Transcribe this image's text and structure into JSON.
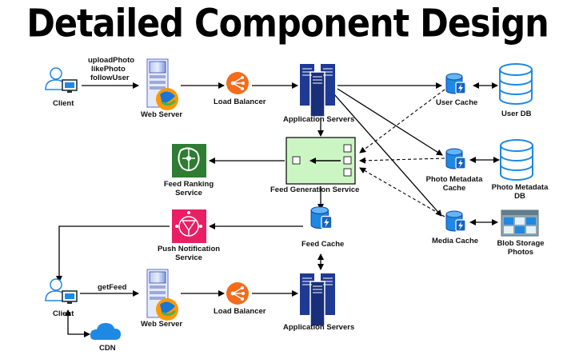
{
  "title": "Detailed Component Design",
  "labels": {
    "client_top": "Client",
    "actions": [
      "uploadPhoto",
      "likePhoto",
      "followUser"
    ],
    "web_server_top": "Web Server",
    "load_balancer_top": "Load Balancer",
    "app_servers_top": "Application Servers",
    "user_cache": "User Cache",
    "user_db": "User DB",
    "feed_ranking": [
      "Feed Ranking",
      "Service"
    ],
    "feed_generation": "Feed Generation Service",
    "photo_metadata_cache": [
      "Photo Metadata",
      "Cache"
    ],
    "photo_metadata_db": [
      "Photo Metadata",
      "DB"
    ],
    "push_notification": [
      "Push Notification",
      "Service"
    ],
    "feed_cache": "Feed Cache",
    "media_cache": "Media Cache",
    "blob_storage": [
      "Blob Storage",
      "Photos"
    ],
    "get_feed": "getFeed",
    "client_bottom": "Client",
    "web_server_bottom": "Web Server",
    "load_balancer_bottom": "Load Balancer",
    "app_servers_bottom": "Application Servers",
    "cdn": "CDN"
  },
  "colors": {
    "server_blue": "#1f3a93",
    "cache_blue": "#1e88e5",
    "load_balancer_orange": "#f26c1b",
    "feed_ranking_green": "#2e7d32",
    "push_notification_pink": "#e91e63",
    "feed_generation_fill": "#ccf5c4",
    "cdn_blue": "#1e88e5"
  }
}
